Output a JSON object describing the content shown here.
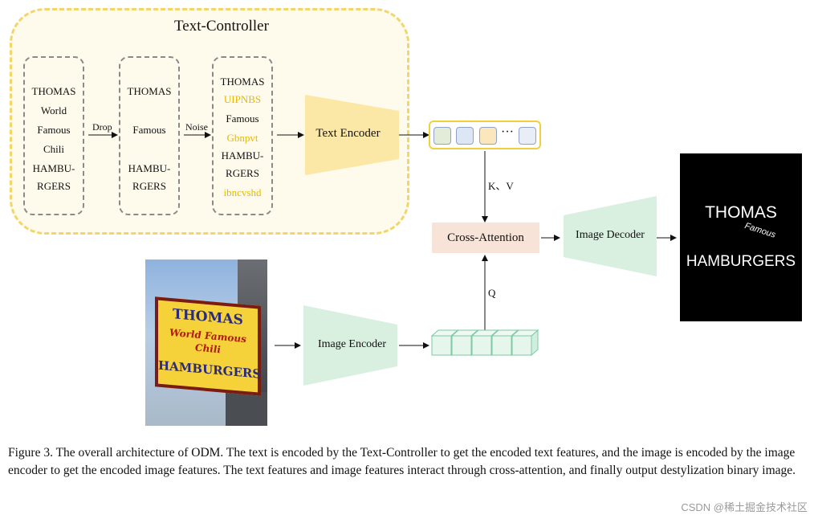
{
  "text_controller": {
    "title": "Text-Controller",
    "col1": [
      "THOMAS",
      "World",
      "Famous",
      "Chili",
      "HAMBU-",
      "RGERS"
    ],
    "col2": [
      "THOMAS",
      "Famous",
      "HAMBU-",
      "RGERS"
    ],
    "col3": [
      {
        "t": "THOMAS",
        "noise": false
      },
      {
        "t": "UIPNBS",
        "noise": true
      },
      {
        "t": "Famous",
        "noise": false
      },
      {
        "t": "Gbnpvt",
        "noise": true
      },
      {
        "t": "HAMBU-",
        "noise": false
      },
      {
        "t": "RGERS",
        "noise": false
      },
      {
        "t": "ibncvshd",
        "noise": true
      }
    ],
    "drop_label": "Drop",
    "noise_label": "Noise"
  },
  "text_encoder": {
    "label": "Text Encoder"
  },
  "token_ellipsis": "···",
  "kv_label": "K、V",
  "q_label": "Q",
  "cross_attention": {
    "label": "Cross-Attention"
  },
  "image_decoder": {
    "label": "Image Decoder"
  },
  "image_encoder": {
    "label": "Image Encoder"
  },
  "photo_sign": {
    "line1": "THOMAS",
    "line2": "World Famous",
    "line3": "Chili",
    "line4": "HAMBURGERS"
  },
  "output_image": {
    "line1": "THOMAS",
    "line2": "Famous",
    "line3": "HAMBURGERS"
  },
  "colors": {
    "controller_border": "#f2d66a",
    "controller_fill": "#fffbec",
    "noise_text": "#e6b800",
    "text_encoder": "#fbe7a6",
    "image_coder": "#d9efdf",
    "cross_attention": "#f7e3d7",
    "token_border": "#f2cf3c"
  },
  "caption": "Figure 3. The overall architecture of ODM. The text is encoded by the Text-Controller to get the encoded text features, and the image is encoded by the image encoder to get the encoded image features. The text features and image features interact through cross-attention, and finally output destylization binary image.",
  "watermark": "CSDN @稀土掘金技术社区"
}
